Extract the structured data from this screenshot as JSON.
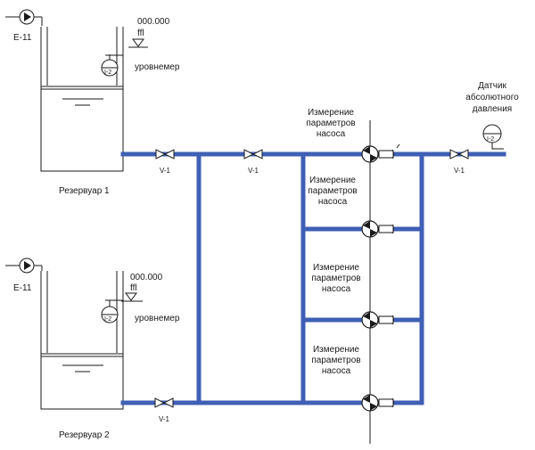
{
  "colors": {
    "pipe": "#3f5fb5",
    "line": "#1a1a1a",
    "background": "#ffffff"
  },
  "tank1": {
    "label": "Резервуар 1",
    "pump": {
      "label": "E-11",
      "icon": "pump-icon"
    },
    "level_value": "000.000",
    "level_unit": "ffl",
    "gauge": {
      "label": "I-2",
      "icon": "gauge-icon"
    },
    "level_meter_label": "уровнемер",
    "outlet_valve": "V-1"
  },
  "tank2": {
    "label": "Резервуар 2",
    "pump": {
      "label": "E-11",
      "icon": "pump-icon"
    },
    "level_value": "000.000",
    "level_unit": "ffl",
    "gauge": {
      "label": "I-2",
      "icon": "gauge-icon"
    },
    "level_meter_label": "уровнемер",
    "outlet_valve": "V-1"
  },
  "mid_valve": "V-1",
  "outlet_valve": "V-1",
  "pressure_sensor": {
    "label": [
      "Датчик",
      "абсолютного",
      "давления"
    ],
    "gauge": "I-2"
  },
  "pump_stations": [
    {
      "label": [
        "Измерение",
        "параметров",
        "насоса"
      ],
      "icon": "centrifugal-pump-icon"
    },
    {
      "label": [
        "Измерение",
        "параметров",
        "насоса"
      ],
      "icon": "centrifugal-pump-icon"
    },
    {
      "label": [
        "Измерение",
        "параметров",
        "насоса"
      ],
      "icon": "centrifugal-pump-icon"
    },
    {
      "label": [
        "Измерение",
        "параметров",
        "насоса"
      ],
      "icon": "centrifugal-pump-icon"
    }
  ]
}
